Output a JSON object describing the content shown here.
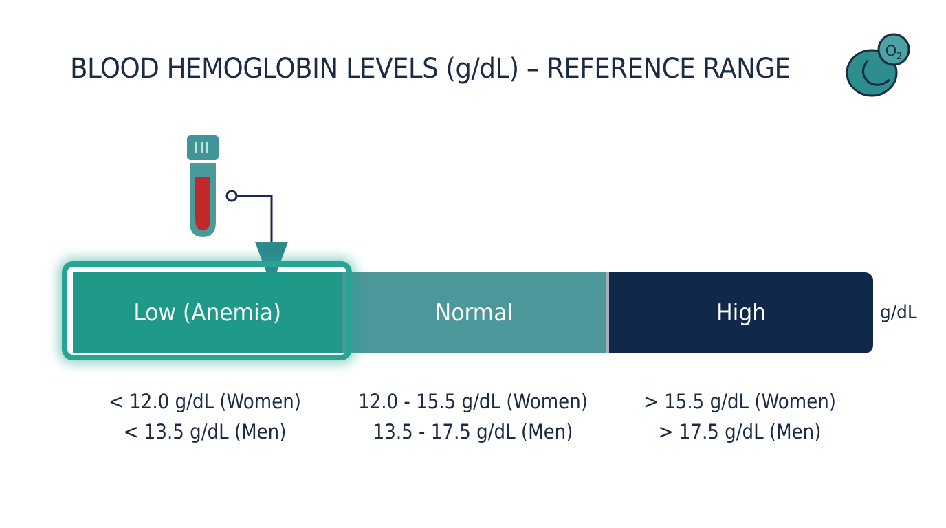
{
  "title": "BLOOD HEMOGLOBIN LEVELS (g/dL) – REFERENCE RANGE",
  "unit": "g/dL",
  "icons": {
    "oxygen": "o2-molecule-icon",
    "oxygen_label": "O2",
    "tube": "blood-test-tube-icon"
  },
  "scale": {
    "segments": [
      {
        "label": "Low (Anemia)",
        "color": "#1f9a88",
        "highlighted": true
      },
      {
        "label": "Normal",
        "color": "#4b9799",
        "highlighted": false
      },
      {
        "label": "High",
        "color": "#10284a",
        "highlighted": false
      }
    ]
  },
  "ranges": [
    {
      "women": "< 12.0 g/dL (Women)",
      "men": "< 13.5 g/dL (Men)"
    },
    {
      "women": "12.0 - 15.5 g/dL (Women)",
      "men": "13.5 - 17.5 g/dL (Men)"
    },
    {
      "women": "> 15.5 g/dL (Women)",
      "men": "> 17.5 g/dL (Men)"
    }
  ],
  "colors": {
    "text": "#1b2b45",
    "low": "#1f9a88",
    "normal": "#4b9799",
    "high": "#10284a",
    "blood": "#c0282b",
    "tube": "#4a9a9a"
  }
}
